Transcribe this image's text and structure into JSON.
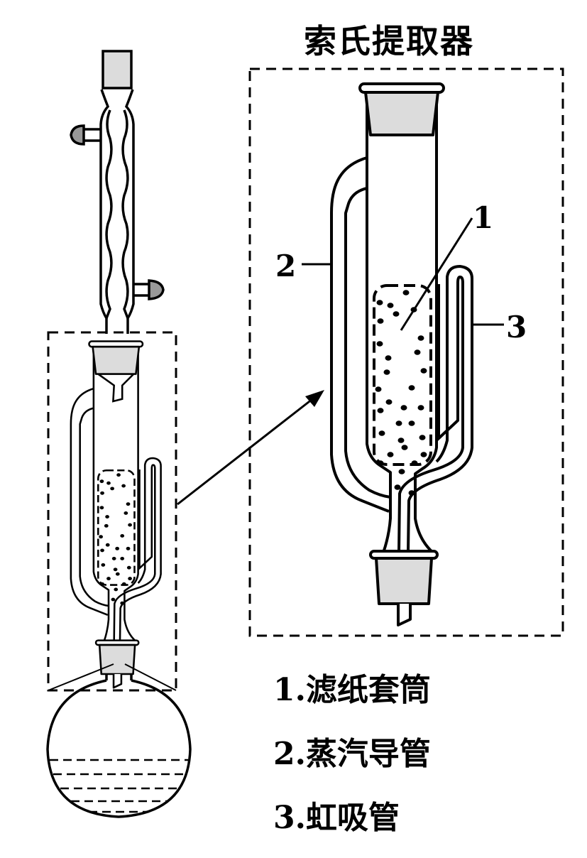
{
  "title": "索氏提取器",
  "callouts": {
    "c1": "1",
    "c2": "2",
    "c3": "3"
  },
  "legend": [
    {
      "label": "1.滤纸套筒"
    },
    {
      "label": "2.蒸汽导管"
    },
    {
      "label": "3.虹吸管"
    }
  ],
  "colors": {
    "stopper": "#dcdcdc",
    "knob": "#999999",
    "line": "#000000"
  }
}
